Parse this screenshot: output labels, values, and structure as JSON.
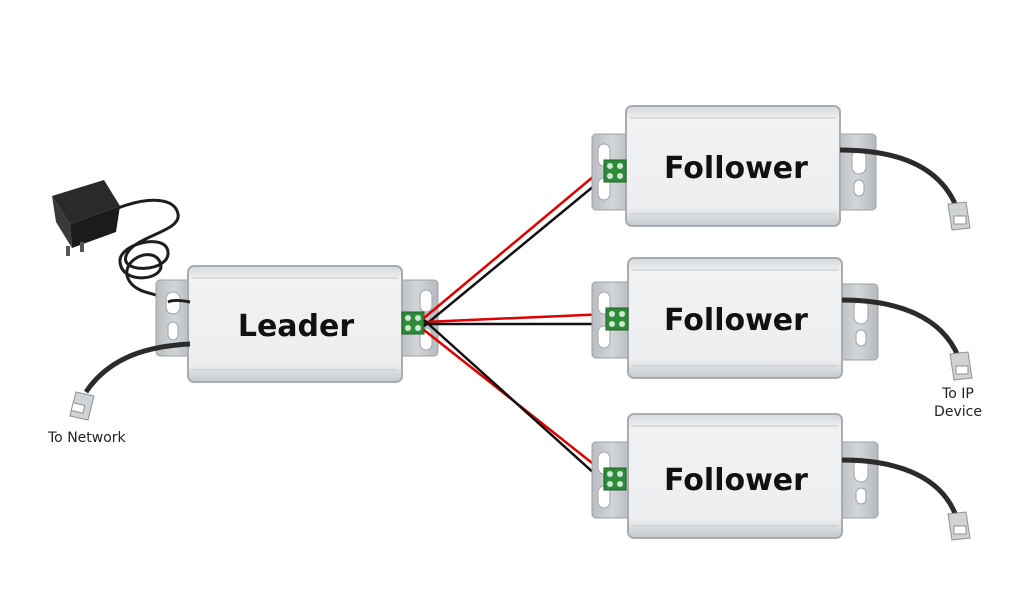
{
  "leader": {
    "label": "Leader"
  },
  "followers": [
    {
      "label": "Follower"
    },
    {
      "label": "Follower"
    },
    {
      "label": "Follower"
    }
  ],
  "captions": {
    "to_network": "To Network",
    "to_ip_line1": "To IP",
    "to_ip_line2": "Device"
  },
  "colors": {
    "wire_red": "#e00000",
    "wire_black": "#111111",
    "terminal_green": "#2e8b3a",
    "housing": "#e6e8ea",
    "bracket": "#c9cccf"
  },
  "icons": [
    "power-adapter-icon",
    "rj45-plug-icon",
    "terminal-block-icon"
  ]
}
